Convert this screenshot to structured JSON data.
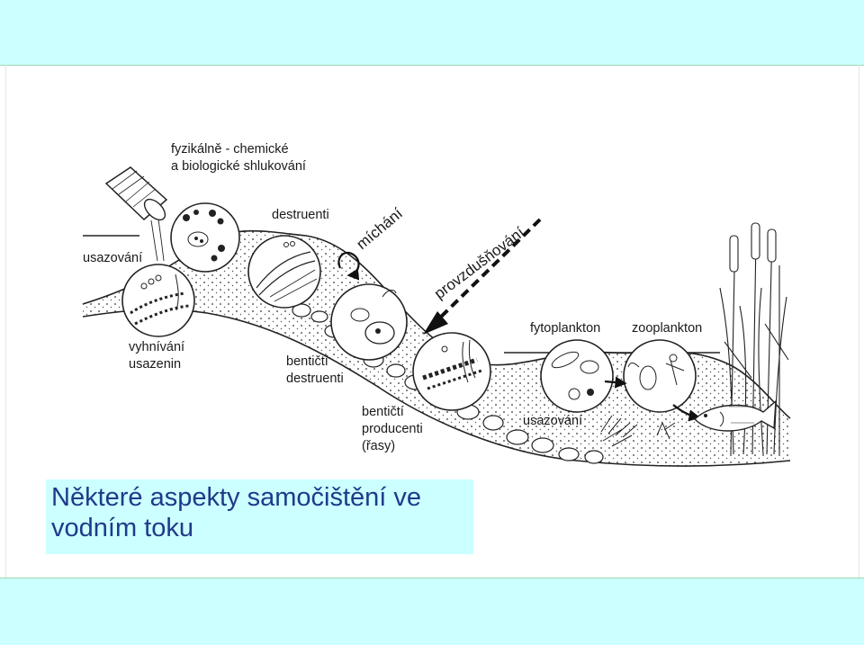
{
  "title": {
    "line1": "Některé aspekty samočištění ve",
    "line2": "vodním toku"
  },
  "labels": {
    "physchem1": "fyzikálně - chemické",
    "physchem2": "a biologické shlukování",
    "usazovani_left": "usazování",
    "destruenti": "destruenti",
    "michani": "míchání",
    "provzdusnovani": "provzdušňování",
    "vyhnivani1": "vyhnívání",
    "vyhnivani2": "usazenin",
    "bentdestr1": "bentičtí",
    "bentdestr2": "destruenti",
    "bentprod1": "bentičtí",
    "bentprod2": "producenti",
    "bentprod3": "(řasy)",
    "fytoplankton": "fytoplankton",
    "zooplankton": "zooplankton",
    "usazovani_right": "usazování"
  },
  "colors": {
    "band": "#ccffff",
    "title_text": "#1f3a8a",
    "ink": "#1a1a1a"
  },
  "icons": [
    "pipe-icon",
    "fish-icon",
    "reed-icon",
    "arrow-icon"
  ]
}
